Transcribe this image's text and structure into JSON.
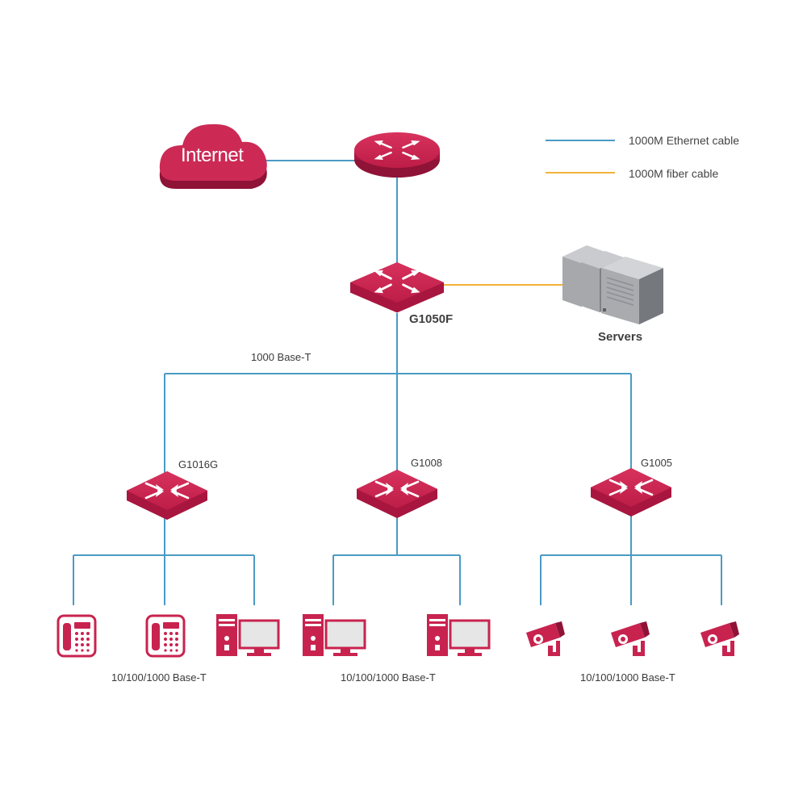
{
  "legend": {
    "ethernet_label": "1000M Ethernet cable",
    "fiber_label": "1000M fiber cable"
  },
  "colors": {
    "ethernet": "#4a9bc4",
    "fiber": "#f2b23a",
    "device": "#c8234f",
    "device_dark": "#8f1237",
    "server_light": "#b7b9bd",
    "server_dark": "#7e8186"
  },
  "nodes": {
    "internet": "Internet",
    "core_switch": "G1050F",
    "servers": "Servers",
    "switch_left": "G1016G",
    "switch_mid": "G1008",
    "switch_right": "G1005"
  },
  "links": {
    "uplink": "1000 Base-T",
    "left_access": "10/100/1000 Base-T",
    "mid_access": "10/100/1000 Base-T",
    "right_access": "10/100/1000 Base-T"
  },
  "icons": [
    "cloud-icon",
    "router-icon",
    "switch-icon",
    "server-icon",
    "ip-phone-icon",
    "desktop-pc-icon",
    "security-camera-icon"
  ]
}
